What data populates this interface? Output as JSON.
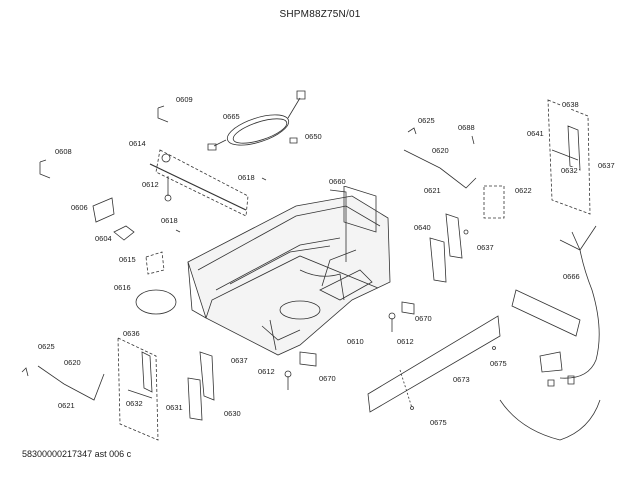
{
  "diagram": {
    "title": "SHPM88Z75N/01",
    "footer": "58300000217347 ast 006 c",
    "labels": {
      "p0609": "0609",
      "p0665": "0665",
      "p0650": "0650",
      "p0608": "0608",
      "p0614": "0614",
      "p0612a": "0612",
      "p0618a": "0618",
      "p0618b": "0618",
      "p0606": "0606",
      "p0604": "0604",
      "p0615": "0615",
      "p0616": "0616",
      "p0660": "0660",
      "p0625a": "0625",
      "p0688": "0688",
      "p0620a": "0620",
      "p0621a": "0621",
      "p0622": "0622",
      "p0640": "0640",
      "p0637a": "0637",
      "p0638a": "0638",
      "p0641": "0641",
      "p0637b": "0637",
      "p0632a": "0632",
      "p0666": "0666",
      "p0670a": "0670",
      "p0612b": "0612",
      "p0610": "0610",
      "p0675a": "0675",
      "p0673": "0673",
      "p0675b": "0675",
      "p0625b": "0625",
      "p0620b": "0620",
      "p0621b": "0621",
      "p0636": "0636",
      "p0632b": "0632",
      "p0631": "0631",
      "p0637c": "0637",
      "p0630": "0630",
      "p0612c": "0612",
      "p0670b": "0670"
    }
  }
}
